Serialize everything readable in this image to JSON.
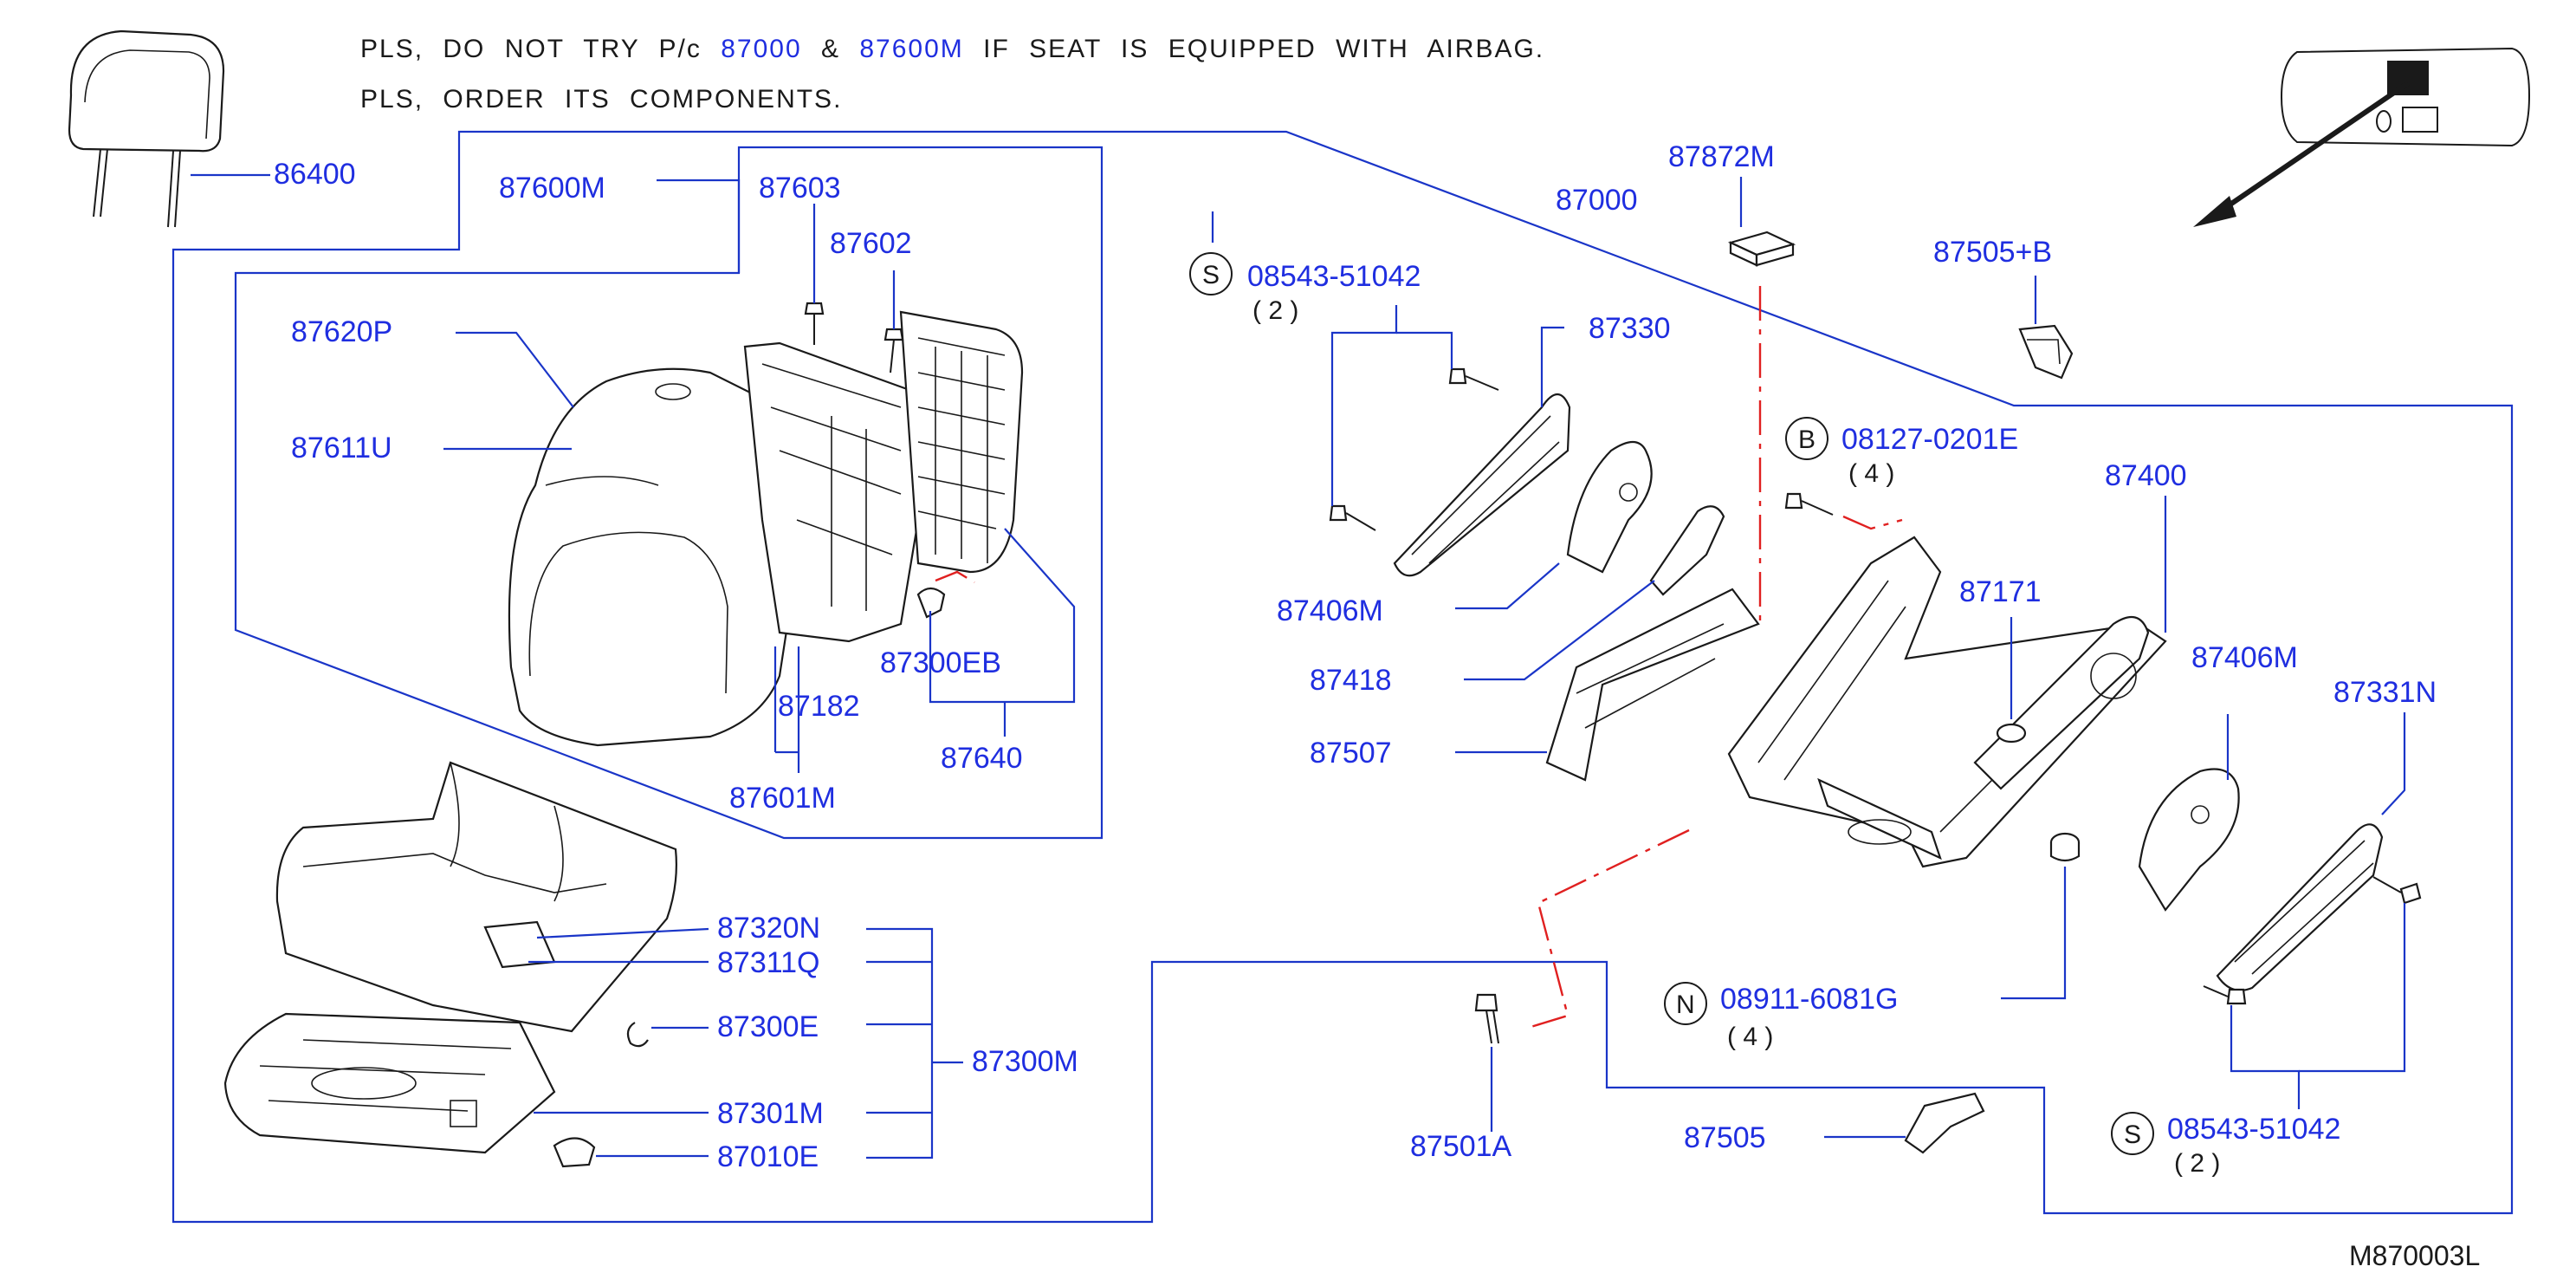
{
  "notes": {
    "line1": {
      "pre": "PLS, DO NOT TRY P/c",
      "part_a": "87000",
      "amp": "&",
      "part_b": "87600M",
      "post": "IF SEAT IS EQUIPPED WITH AIRBAG."
    },
    "line2": "PLS, ORDER ITS COMPONENTS."
  },
  "callouts": {
    "p86400": "86400",
    "p87600M": "87600M",
    "p87603": "87603",
    "p87602": "87602",
    "p87620P": "87620P",
    "p87611U": "87611U",
    "p87300EB": "87300EB",
    "p87182": "87182",
    "p87640": "87640",
    "p87601M": "87601M",
    "p87320N": "87320N",
    "p87311Q": "87311Q",
    "p87300E": "87300E",
    "p87300M": "87300M",
    "p87301M": "87301M",
    "p87010E": "87010E",
    "p87872M": "87872M",
    "p87000": "87000",
    "p87505B": "87505+B",
    "p08543_top": "08543-51042",
    "p87330": "87330",
    "p08127": "08127-0201E",
    "p87400": "87400",
    "p87406M_left": "87406M",
    "p87171": "87171",
    "p87418": "87418",
    "p87507": "87507",
    "p87406M_right": "87406M",
    "p87331N": "87331N",
    "p08911": "08911-6081G",
    "p87501A": "87501A",
    "p87505": "87505",
    "p08543_bot": "08543-51042"
  },
  "quantities": {
    "q_s_top": "( 2 )",
    "q_b": "( 4 )",
    "q_n": "( 4 )",
    "q_s_bot": "( 2 )"
  },
  "symbols": {
    "s_top": "S",
    "b": "B",
    "n": "N",
    "s_bot": "S"
  },
  "diagram_code": "M870003L",
  "colors": {
    "part_number": "#1f2ee0",
    "leader_line": "#1a35c8",
    "hidden_line": "#e02020",
    "drawing": "#1a1a1a"
  },
  "icons": {
    "locator": "vehicle-seat-locator-icon"
  }
}
